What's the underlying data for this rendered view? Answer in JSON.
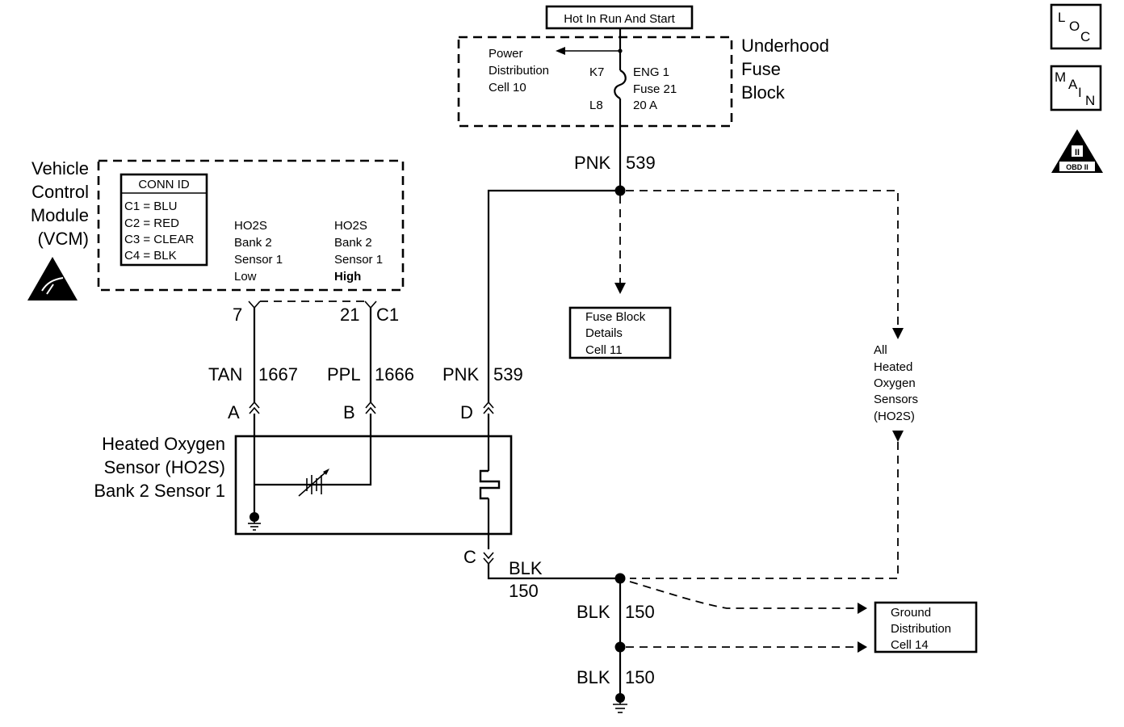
{
  "top_box": "Hot In Run And Start",
  "fuse_block": {
    "title": [
      "Underhood",
      "Fuse",
      "Block"
    ],
    "power_dist": [
      "Power",
      "Distribution",
      "Cell 10"
    ],
    "k7": "K7",
    "l8": "L8",
    "fuse": [
      "ENG 1",
      "Fuse 21",
      "20 A"
    ]
  },
  "icons": {
    "loc": [
      "L",
      "O",
      "C"
    ],
    "main": [
      "M",
      "A",
      "I",
      "N"
    ],
    "obd": [
      "II",
      "OBD II"
    ]
  },
  "vcm": {
    "title": [
      "Vehicle",
      "Control",
      "Module",
      "(VCM)"
    ],
    "conn_header": "CONN ID",
    "conn_rows": [
      "C1 = BLU",
      "C2 = RED",
      "C3 = CLEAR",
      "C4 = BLK"
    ],
    "low_label": [
      "HO2S",
      "Bank 2",
      "Sensor 1",
      "Low"
    ],
    "high_label": [
      "HO2S",
      "Bank 2",
      "Sensor 1",
      "High"
    ],
    "pin7": "7",
    "pin21": "21",
    "c1": "C1"
  },
  "wires": {
    "pnk_top": [
      "PNK",
      "539"
    ],
    "tan": [
      "TAN",
      "1667"
    ],
    "ppl": [
      "PPL",
      "1666"
    ],
    "pnk_mid": [
      "PNK",
      "539"
    ],
    "blk1": [
      "BLK",
      "150"
    ],
    "blk2": [
      "BLK",
      "150"
    ],
    "blk3": [
      "BLK",
      "150"
    ]
  },
  "pins": {
    "a": "A",
    "b": "B",
    "d": "D",
    "c": "C"
  },
  "fuse_details": [
    "Fuse Block",
    "Details",
    "Cell 11"
  ],
  "all_ho2s": [
    "All",
    "Heated",
    "Oxygen",
    "Sensors",
    "(HO2S)"
  ],
  "sensor": [
    "Heated Oxygen",
    "Sensor (HO2S)",
    "Bank 2 Sensor 1"
  ],
  "ground_dist": [
    "Ground",
    "Distribution",
    "Cell 14"
  ]
}
